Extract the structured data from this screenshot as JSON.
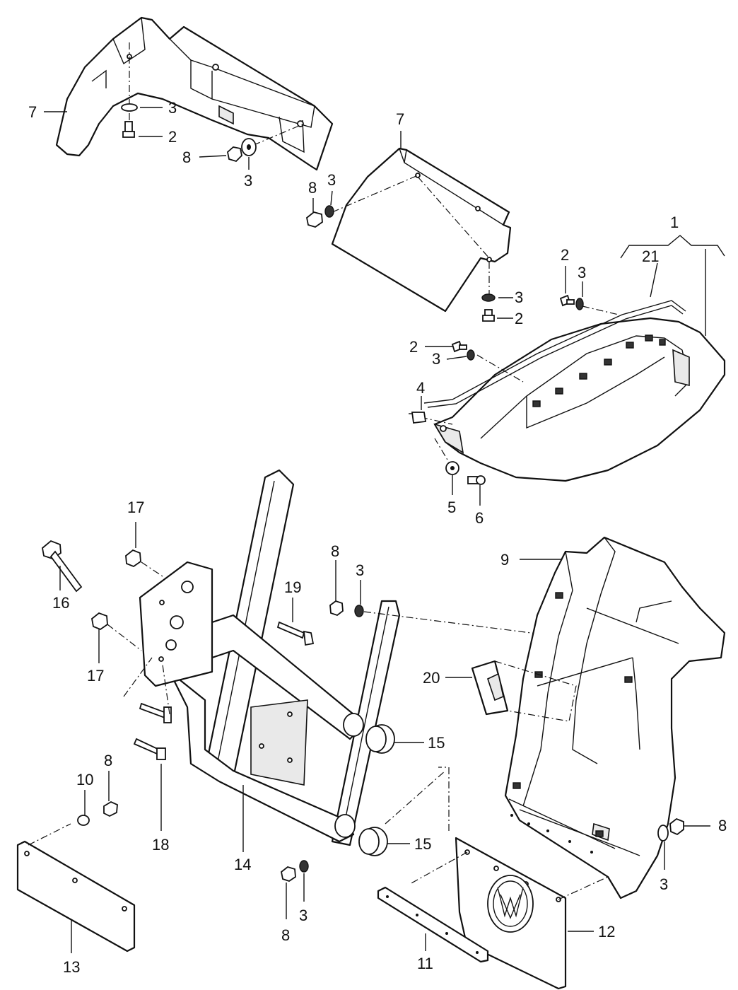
{
  "callouts": [
    {
      "id": "c7a",
      "label": "7"
    },
    {
      "id": "c3a",
      "label": "3"
    },
    {
      "id": "c2a",
      "label": "2"
    },
    {
      "id": "c8a",
      "label": "8"
    },
    {
      "id": "c3b",
      "label": "3"
    },
    {
      "id": "c7b",
      "label": "7"
    },
    {
      "id": "c8b",
      "label": "8"
    },
    {
      "id": "c3c",
      "label": "3"
    },
    {
      "id": "c3d",
      "label": "3"
    },
    {
      "id": "c2b",
      "label": "2"
    },
    {
      "id": "c1",
      "label": "1"
    },
    {
      "id": "c21",
      "label": "21"
    },
    {
      "id": "c2c",
      "label": "2"
    },
    {
      "id": "c3e",
      "label": "3"
    },
    {
      "id": "c2d",
      "label": "2"
    },
    {
      "id": "c3f",
      "label": "3"
    },
    {
      "id": "c4",
      "label": "4"
    },
    {
      "id": "c5",
      "label": "5"
    },
    {
      "id": "c6",
      "label": "6"
    },
    {
      "id": "c17a",
      "label": "17"
    },
    {
      "id": "c16",
      "label": "16"
    },
    {
      "id": "c17b",
      "label": "17"
    },
    {
      "id": "c19",
      "label": "19"
    },
    {
      "id": "c8c",
      "label": "8"
    },
    {
      "id": "c3g",
      "label": "3"
    },
    {
      "id": "c9",
      "label": "9"
    },
    {
      "id": "c20",
      "label": "20"
    },
    {
      "id": "c15a",
      "label": "15"
    },
    {
      "id": "c15b",
      "label": "15"
    },
    {
      "id": "c18",
      "label": "18"
    },
    {
      "id": "c10",
      "label": "10"
    },
    {
      "id": "c8d",
      "label": "8"
    },
    {
      "id": "c14",
      "label": "14"
    },
    {
      "id": "c8e",
      "label": "8"
    },
    {
      "id": "c3h",
      "label": "3"
    },
    {
      "id": "c8f",
      "label": "8"
    },
    {
      "id": "c3i",
      "label": "3"
    },
    {
      "id": "c13",
      "label": "13"
    },
    {
      "id": "c11",
      "label": "11"
    },
    {
      "id": "c12",
      "label": "12"
    }
  ]
}
